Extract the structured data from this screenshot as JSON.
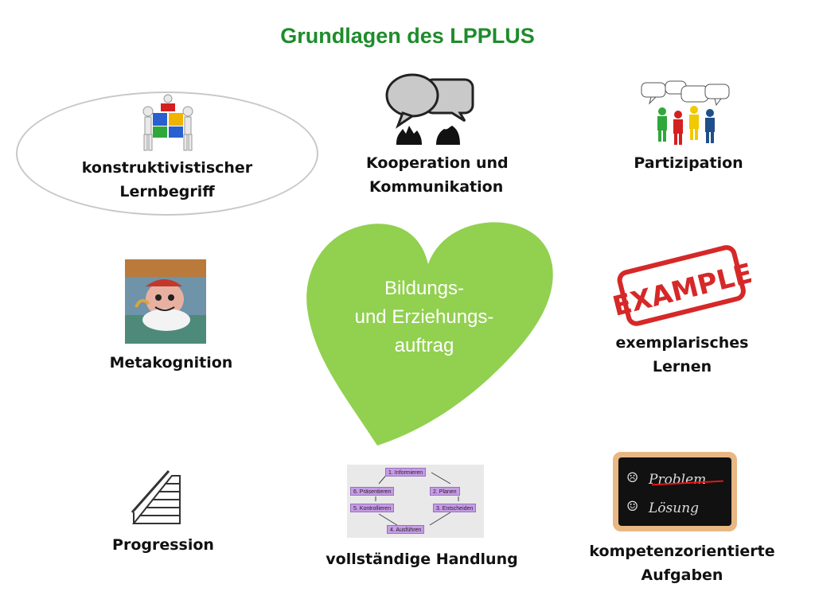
{
  "title": "Grundlagen des LPPLUS",
  "center": {
    "lines": [
      "Bildungs-",
      "und Erziehungs-",
      "auftrag"
    ],
    "color": "#92d050"
  },
  "items": {
    "konstruktivistisch": {
      "lines": [
        "konstruktivistischer",
        "Lernbegriff"
      ],
      "icon": "puzzle-people-icon"
    },
    "kooperation": {
      "lines": [
        "Kooperation und",
        "Kommunikation"
      ],
      "icon": "speech-bubbles-icon"
    },
    "partizipation": {
      "lines": [
        "Partizipation"
      ],
      "icon": "people-talking-icon"
    },
    "metakognition": {
      "lines": [
        "Metakognition"
      ],
      "icon": "cartoon-picture-icon"
    },
    "exemplarisch": {
      "lines": [
        "exemplarisches",
        "Lernen"
      ],
      "icon": "example-stamp-icon",
      "stamp_text": "EXAMPLE"
    },
    "progression": {
      "lines": [
        "Progression"
      ],
      "icon": "stairs-icon"
    },
    "handlung": {
      "lines": [
        "vollständige Handlung"
      ],
      "icon": "action-cycle-icon",
      "steps": [
        "1. Informieren",
        "2. Planen",
        "3. Entscheiden",
        "4. Ausführen",
        "5. Kontrollieren",
        "6. Präsentieren"
      ]
    },
    "kompetenz": {
      "lines": [
        "kompetenzorientierte",
        "Aufgaben"
      ],
      "icon": "chalkboard-icon",
      "board": {
        "sad": "☹",
        "problem": "Problem",
        "happy": "☺",
        "loesung": "Lösung"
      }
    }
  }
}
